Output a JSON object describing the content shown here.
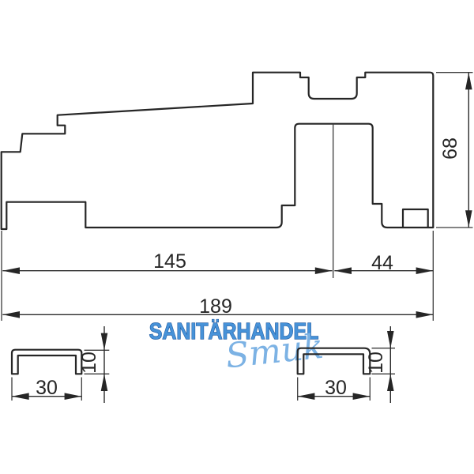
{
  "page": {
    "background_color": "#ffffff",
    "description": "Technical cross-section drawing of a threshold profile with two U-channel profiles and dimensions"
  },
  "drawing": {
    "line_color": "#262626",
    "dimensions": {
      "left_width": "145",
      "right_width": "44",
      "total_width": "189",
      "total_height": "68",
      "left_channel_width": "30",
      "left_channel_height": "10",
      "right_channel_width": "30",
      "right_channel_height": "10"
    }
  },
  "watermark": {
    "line1": "SANITÄRHANDEL",
    "line2": "Smuk",
    "primary_color": "#4792d8",
    "primary_stroke": "#1b559c",
    "secondary_color": "#7cb2e4"
  }
}
